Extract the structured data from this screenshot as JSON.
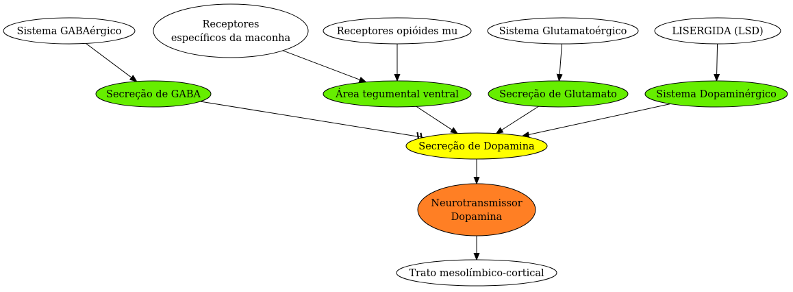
{
  "colors": {
    "white": "#ffffff",
    "green": "#66ee00",
    "yellow": "#ffff00",
    "orange": "#ff7f24"
  },
  "nodes": [
    {
      "id": "gaba-sys",
      "fill": "white",
      "lines": [
        "Sistema GABAérgico"
      ]
    },
    {
      "id": "maconha",
      "fill": "white",
      "lines": [
        "Receptores",
        "específicos da maconha"
      ]
    },
    {
      "id": "opioides",
      "fill": "white",
      "lines": [
        "Receptores opióides mu"
      ]
    },
    {
      "id": "glut-sys",
      "fill": "white",
      "lines": [
        "Sistema Glutamatoérgico"
      ]
    },
    {
      "id": "lsd",
      "fill": "white",
      "lines": [
        "LISERGIDA (LSD)"
      ]
    },
    {
      "id": "sec-gaba",
      "fill": "green",
      "lines": [
        "Secreção de GABA"
      ]
    },
    {
      "id": "atv",
      "fill": "green",
      "lines": [
        "Área tegumental ventral"
      ]
    },
    {
      "id": "sec-glut",
      "fill": "green",
      "lines": [
        "Secreção de Glutamato"
      ]
    },
    {
      "id": "dopa-sys",
      "fill": "green",
      "lines": [
        "Sistema Dopaminérgico"
      ]
    },
    {
      "id": "sec-dopa",
      "fill": "yellow",
      "lines": [
        "Secreção de Dopamina"
      ]
    },
    {
      "id": "neuro",
      "fill": "orange",
      "lines": [
        "Neurotransmissor",
        "Dopamina"
      ]
    },
    {
      "id": "trato",
      "fill": "white",
      "lines": [
        "Trato mesolímbico-cortical"
      ]
    }
  ],
  "edges": [
    {
      "from": "gaba-sys",
      "to": "sec-gaba",
      "arrow": "normal"
    },
    {
      "from": "maconha",
      "to": "atv",
      "arrow": "normal"
    },
    {
      "from": "opioides",
      "to": "atv",
      "arrow": "normal"
    },
    {
      "from": "glut-sys",
      "to": "sec-glut",
      "arrow": "normal"
    },
    {
      "from": "lsd",
      "to": "dopa-sys",
      "arrow": "normal"
    },
    {
      "from": "sec-gaba",
      "to": "sec-dopa",
      "arrow": "tee"
    },
    {
      "from": "atv",
      "to": "sec-dopa",
      "arrow": "normal"
    },
    {
      "from": "sec-glut",
      "to": "sec-dopa",
      "arrow": "normal"
    },
    {
      "from": "dopa-sys",
      "to": "sec-dopa",
      "arrow": "normal"
    },
    {
      "from": "sec-dopa",
      "to": "neuro",
      "arrow": "normal"
    },
    {
      "from": "neuro",
      "to": "trato",
      "arrow": "normal"
    }
  ]
}
